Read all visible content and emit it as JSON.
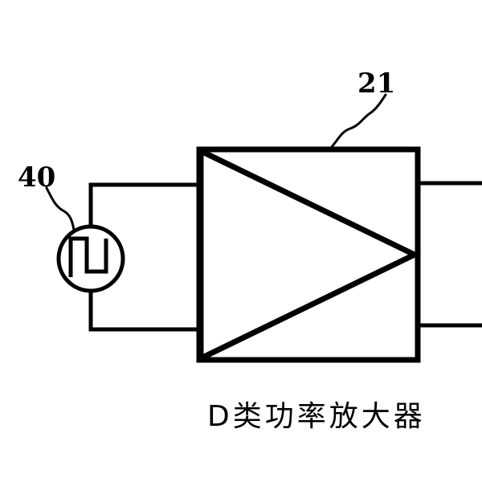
{
  "labels": {
    "source_ref": "40",
    "amplifier_ref": "21",
    "amplifier_caption": "D类功率放大器"
  },
  "colors": {
    "ink": "#000000",
    "background": "#ffffff"
  }
}
